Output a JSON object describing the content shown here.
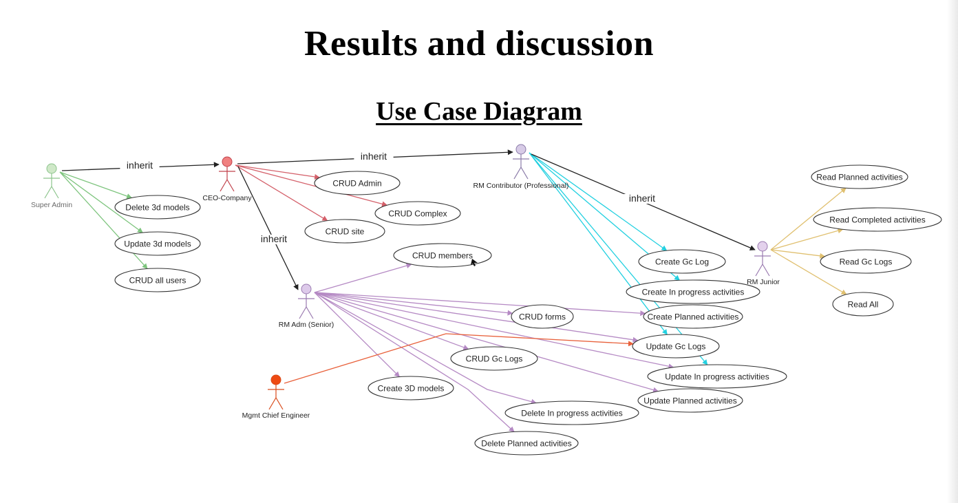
{
  "slide": {
    "title": "Results and discussion",
    "subtitle": "Use Case Diagram"
  },
  "colors": {
    "super_admin": "#7dc47d",
    "ceo": "#d4606a",
    "contributor": "#22d0e0",
    "junior": "#e0c070",
    "senior": "#b58ac4",
    "chief": "#e8603a",
    "inherit": "#222222"
  },
  "actors": [
    {
      "id": "super_admin",
      "label": "Super Admin",
      "head": "#cfe8c8",
      "stroke": "#8cc48c"
    },
    {
      "id": "ceo",
      "label": "CEO-Company",
      "head": "#f08080",
      "stroke": "#c0404a"
    },
    {
      "id": "contributor",
      "label": "RM  Contributor (Professional)",
      "head": "#d7cbe6",
      "stroke": "#8a7aa8"
    },
    {
      "id": "junior",
      "label": "RM Junior",
      "head": "#e3d1ec",
      "stroke": "#9a7ab0"
    },
    {
      "id": "senior",
      "label": "RM Adm (Senior)",
      "head": "#ddcaea",
      "stroke": "#9a7ab0"
    },
    {
      "id": "chief",
      "label": "Mgmt Chief Engineer",
      "head": "#ee4a12",
      "stroke": "#d84a1a"
    }
  ],
  "use_cases": [
    {
      "id": "delete_3d",
      "label": "Delete 3d models"
    },
    {
      "id": "update_3d",
      "label": "Update 3d models"
    },
    {
      "id": "crud_users",
      "label": "CRUD all users"
    },
    {
      "id": "crud_admin",
      "label": "CRUD Admin"
    },
    {
      "id": "crud_complex",
      "label": "CRUD Complex"
    },
    {
      "id": "crud_site",
      "label": "CRUD site"
    },
    {
      "id": "crud_members",
      "label": "CRUD  members"
    },
    {
      "id": "crud_forms",
      "label": "CRUD forms"
    },
    {
      "id": "crud_gc_logs",
      "label": "CRUD Gc Logs"
    },
    {
      "id": "create_3d",
      "label": "Create 3D models"
    },
    {
      "id": "delete_inprogress",
      "label": "Delete In progress activities"
    },
    {
      "id": "delete_planned",
      "label": "Delete Planned activities"
    },
    {
      "id": "create_gc_log",
      "label": "Create Gc Log"
    },
    {
      "id": "create_inprogress",
      "label": "Create In progress activities"
    },
    {
      "id": "create_planned",
      "label": "Create Planned activities"
    },
    {
      "id": "update_gc_logs",
      "label": "Update Gc Logs"
    },
    {
      "id": "update_inprogress",
      "label": "Update In progress activities"
    },
    {
      "id": "update_planned",
      "label": "Update Planned activities"
    },
    {
      "id": "read_planned",
      "label": "Read Planned activities"
    },
    {
      "id": "read_completed",
      "label": "Read Completed activities"
    },
    {
      "id": "read_gc_logs",
      "label": "Read Gc Logs"
    },
    {
      "id": "read_all",
      "label": "Read All"
    }
  ],
  "inherit_labels": [
    "inherit",
    "inherit",
    "inherit",
    "inherit"
  ],
  "associations": [
    {
      "from": "super_admin",
      "to": "delete_3d"
    },
    {
      "from": "super_admin",
      "to": "update_3d"
    },
    {
      "from": "super_admin",
      "to": "crud_users"
    },
    {
      "from": "ceo",
      "to": "crud_admin"
    },
    {
      "from": "ceo",
      "to": "crud_complex"
    },
    {
      "from": "ceo",
      "to": "crud_site"
    },
    {
      "from": "contributor",
      "to": "create_gc_log"
    },
    {
      "from": "contributor",
      "to": "create_inprogress"
    },
    {
      "from": "contributor",
      "to": "update_gc_logs"
    },
    {
      "from": "contributor",
      "to": "update_inprogress"
    },
    {
      "from": "junior",
      "to": "read_planned"
    },
    {
      "from": "junior",
      "to": "read_completed"
    },
    {
      "from": "junior",
      "to": "read_gc_logs"
    },
    {
      "from": "junior",
      "to": "read_all"
    },
    {
      "from": "senior",
      "to": "crud_members"
    },
    {
      "from": "senior",
      "to": "crud_forms"
    },
    {
      "from": "senior",
      "to": "create_planned"
    },
    {
      "from": "senior",
      "to": "update_gc_logs"
    },
    {
      "from": "senior",
      "to": "crud_gc_logs"
    },
    {
      "from": "senior",
      "to": "update_inprogress"
    },
    {
      "from": "senior",
      "to": "update_planned"
    },
    {
      "from": "senior",
      "to": "create_3d"
    },
    {
      "from": "senior",
      "to": "delete_inprogress"
    },
    {
      "from": "senior",
      "to": "delete_planned"
    },
    {
      "from": "chief",
      "to": "update_gc_logs"
    }
  ]
}
